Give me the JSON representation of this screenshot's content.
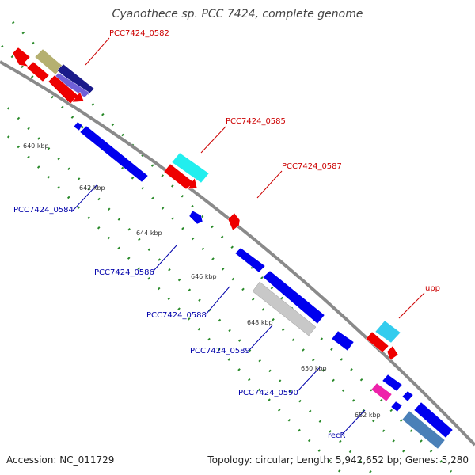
{
  "title": "Cyanothece sp. PCC 7424, complete genome",
  "footer": {
    "accession": "Accession: NC_011729",
    "topology": "Topology: circular; Length: 5,942,652 bp; Genes: 5,280"
  },
  "colors": {
    "backbone": "#8a8a8a",
    "tick": "#2a8a2a",
    "label_forward": "#cc0000",
    "label_reverse": "#0000aa",
    "scale_label": "#333333"
  },
  "scale": {
    "unit": "kbp",
    "ticks": [
      "640 kbp",
      "642 kbp",
      "644 kbp",
      "646 kbp",
      "648 kbp",
      "650 kbp",
      "652 kbp"
    ]
  },
  "labels_forward": [
    "PCC7424_0582",
    "PCC7424_0585",
    "PCC7424_0587",
    "upp"
  ],
  "labels_reverse": [
    "PCC7424_0584",
    "PCC7424_0586",
    "PCC7424_0588",
    "PCC7424_0589",
    "PCC7424_0590",
    "recR"
  ]
}
